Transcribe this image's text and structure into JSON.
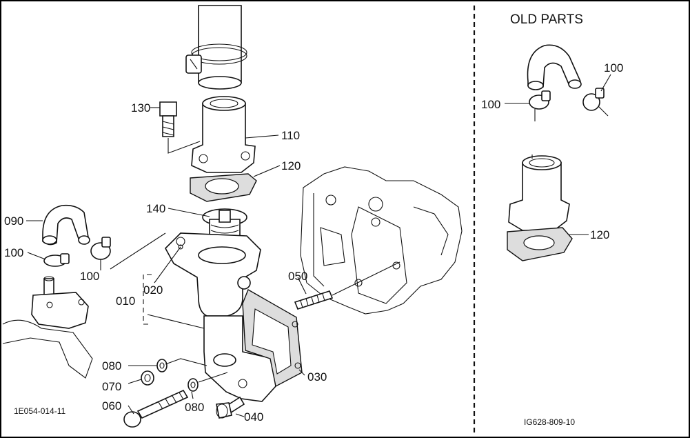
{
  "main": {
    "labels": {
      "p130": "130",
      "p110": "110",
      "p120": "120",
      "p140": "140",
      "p090": "090",
      "p100a": "100",
      "p100b": "100",
      "p020": "020",
      "p010": "010",
      "p050": "050",
      "p080a": "080",
      "p070": "070",
      "p030": "030",
      "p060": "060",
      "p080b": "080",
      "p040": "040"
    },
    "code": "1E054-014-11"
  },
  "old_parts": {
    "title": "OLD PARTS",
    "labels": {
      "p100a": "100",
      "p100b": "100",
      "p120": "120"
    },
    "code": "IG628-809-10"
  }
}
